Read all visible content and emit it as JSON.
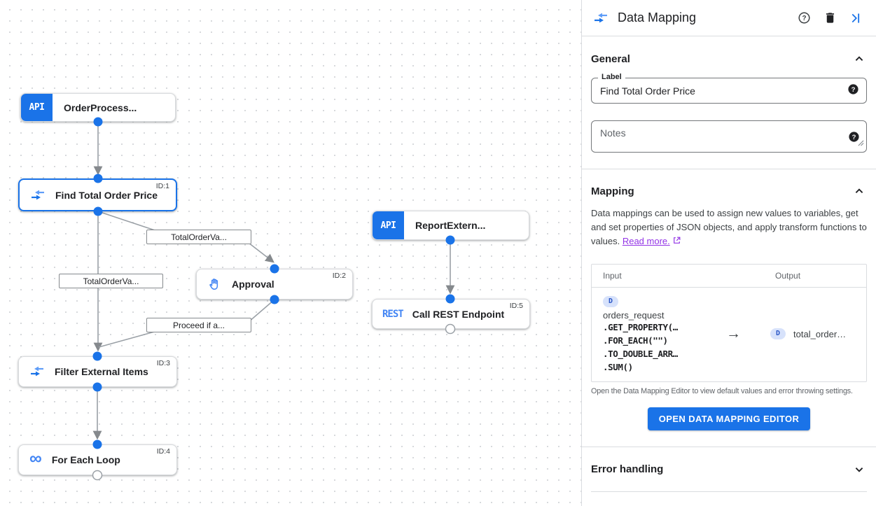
{
  "panel": {
    "title": "Data Mapping",
    "general": {
      "heading": "General",
      "label_field": {
        "label": "Label",
        "value": "Find Total Order Price"
      },
      "notes_field": {
        "placeholder": "Notes"
      }
    },
    "mapping": {
      "heading": "Mapping",
      "description": "Data mappings can be used to assign new values to variables, get and set properties of JSON objects, and apply transform functions to values.",
      "read_more": "Read more.",
      "table": {
        "columns": [
          "Input",
          "Output"
        ],
        "input": {
          "badge": "D",
          "variable": "orders_request",
          "functions": [
            ".GET_PROPERTY(…",
            ".FOR_EACH(\"\")",
            ".TO_DOUBLE_ARR…",
            ".SUM()"
          ]
        },
        "arrow": "→",
        "output": {
          "badge": "D",
          "variable": "total_order…"
        }
      },
      "caption": "Open the Data Mapping Editor to view default values and error throwing settings.",
      "button": "OPEN DATA MAPPING EDITOR"
    },
    "error_handling": {
      "heading": "Error handling"
    }
  },
  "canvas": {
    "nodes": [
      {
        "label": "OrderProcess...",
        "badge": "API"
      },
      {
        "label": "Find Total Order Price",
        "task_id": "ID:1"
      },
      {
        "label": "Approval",
        "task_id": "ID:2"
      },
      {
        "label": "ReportExtern...",
        "badge": "API"
      },
      {
        "label": "Call REST Endpoint",
        "badge": "REST",
        "task_id": "ID:5"
      },
      {
        "label": "Filter External Items",
        "task_id": "ID:3"
      },
      {
        "label": "For Each Loop",
        "task_id": "ID:4"
      }
    ],
    "edge_labels": [
      "TotalOrderVa...",
      "TotalOrderVa...",
      "Proceed if a..."
    ]
  },
  "colors": {
    "accent_blue": "#1a73e8",
    "icon_blue": "#4285f4",
    "link_purple": "#9334e6",
    "edge_gray": "#9aa0a6",
    "badge_bg": "#d7e2fb",
    "badge_text": "#2a56c6"
  }
}
